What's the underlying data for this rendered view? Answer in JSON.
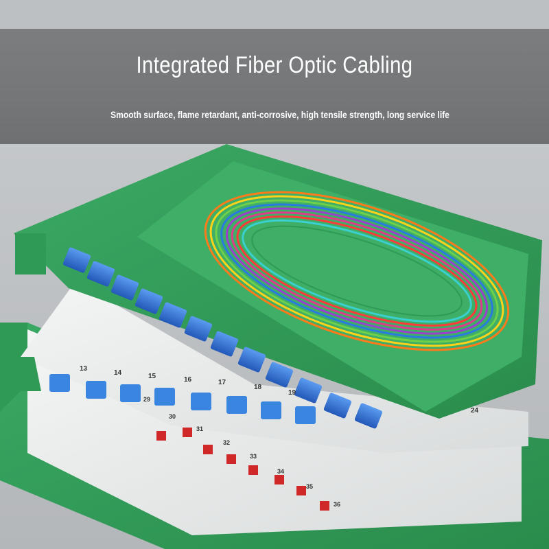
{
  "banner": {
    "title": "Integrated Fiber Optic Cabling",
    "subtitle": "Smooth surface, flame retardant, anti-corrosive, high tensile strength, long service life"
  },
  "colors": {
    "tray_green": "#2f9a55",
    "tray_green_light": "#3fae66",
    "adapter_blue": "#2f6fd6",
    "panel_white": "#e9ecec",
    "port_red": "#d02828",
    "banner_grey": "#757779"
  },
  "upper_tray": {
    "port_labels": [
      "13",
      "14",
      "15",
      "16",
      "17",
      "18",
      "19",
      "24"
    ]
  },
  "lower_tray": {
    "port_labels": [
      "29",
      "30",
      "31",
      "32",
      "33",
      "34",
      "35",
      "36"
    ]
  },
  "fiber_colors": [
    "#ff7a1a",
    "#ffd21a",
    "#2a7ae0",
    "#9a3fd0",
    "#e03a8a",
    "#6fd04a",
    "#ff3a3a",
    "#3ad0d0",
    "#8a5a2a",
    "#f0f0f0"
  ]
}
